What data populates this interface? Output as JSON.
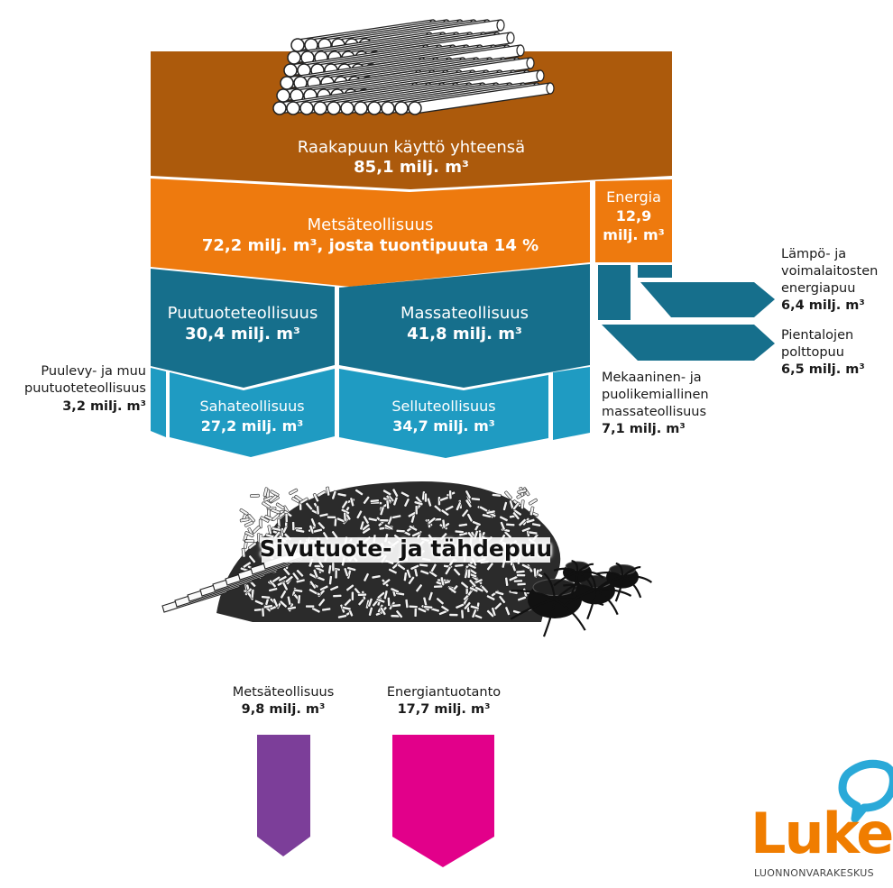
{
  "diagram": {
    "total": {
      "label": "Raakapuun käyttö yhteensä",
      "value": "85,1 milj. m³"
    },
    "forest_industry": {
      "label": "Metsäteollisuus",
      "value": "72,2 milj. m³, josta tuontipuuta 14 %"
    },
    "energy": {
      "label": "Energia",
      "value_line1": "12,9",
      "value_line2": "milj. m³"
    },
    "wood_products": {
      "label": "Puutuoteteollisuus",
      "value": "30,4 milj. m³"
    },
    "pulp": {
      "label": "Massateollisuus",
      "value": "41,8 milj. m³"
    },
    "sawmill": {
      "label": "Sahateollisuus",
      "value": "27,2 milj. m³"
    },
    "cellulose": {
      "label": "Selluteollisuus",
      "value": "34,7 milj. m³"
    },
    "panels": {
      "line1": "Puulevy- ja muu",
      "line2": "puutuoteteollisuus",
      "value": "3,2 milj. m³"
    },
    "mechanical": {
      "line1": "Mekaaninen- ja",
      "line2": "puolikemiallinen",
      "line3": "massateollisuus",
      "value": "7,1 milj. m³"
    },
    "power_plants": {
      "line1": "Lämpö- ja",
      "line2": "voimalaitosten",
      "line3": "energiapuu",
      "value": "6,4 milj. m³"
    },
    "small_houses": {
      "line1": "Pientalojen",
      "line2": "polttopuu",
      "value": "6,5 milj. m³"
    },
    "byproducts_title": "Sivutuote- ja tähdepuu",
    "byproduct_forest": {
      "label": "Metsäteollisuus",
      "value": "9,8 milj. m³"
    },
    "byproduct_energy": {
      "label": "Energiantuotanto",
      "value": "17,7 milj. m³"
    }
  },
  "logo": {
    "word": "Luke",
    "subtitle": "LUONNONVARAKESKUS"
  },
  "colors": {
    "brown": "#ac5a0c",
    "orange": "#ee7a0e",
    "teal_dark": "#166f8c",
    "teal_light": "#1f9bc2",
    "purple": "#7c3e99",
    "magenta": "#e2008a",
    "luke_orange": "#f07d00",
    "luke_blue": "#2aa9d8"
  }
}
